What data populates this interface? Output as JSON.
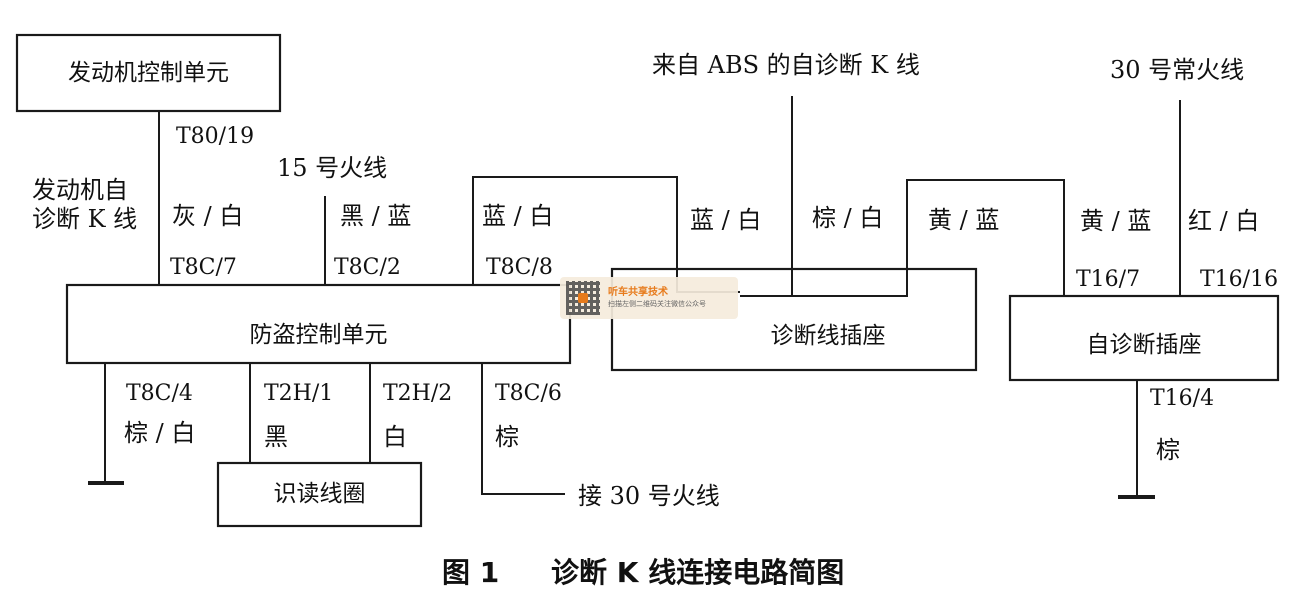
{
  "boxes": {
    "engine_ecu": "发动机控制单元",
    "immobilizer": "防盗控制单元",
    "diag_socket": "诊断线插座",
    "self_diag_socket": "自诊断插座",
    "reader_coil": "识读线圈"
  },
  "labels": {
    "abs_k": "来自 ABS 的自诊断 K 线",
    "line30_const": "30 号常火线",
    "t80_19": "T80/19",
    "line15": "15 号火线",
    "engine_k_1": "发动机自",
    "engine_k_2": "诊断 K 线",
    "gray_white": "灰 / 白",
    "black_blue": "黑 / 蓝",
    "blue_white_1": "蓝 / 白",
    "blue_white_2": "蓝 / 白",
    "brown_white_1": "棕 / 白",
    "yellow_blue_1": "黄 / 蓝",
    "yellow_blue_2": "黄 / 蓝",
    "red_white": "红 / 白",
    "t8c_7": "T8C/7",
    "t8c_2": "T8C/2",
    "t8c_8": "T8C/8",
    "t16_7": "T16/7",
    "t16_16": "T16/16",
    "t8c_4": "T8C/4",
    "brown_white_2": "棕 / 白",
    "t2h_1": "T2H/1",
    "black": "黑",
    "t2h_2": "T2H/2",
    "white": "白",
    "t8c_6": "T8C/6",
    "brown_1": "棕",
    "line30_connect": "接 30 号火线",
    "t16_4": "T16/4",
    "brown_2": "棕"
  },
  "caption": {
    "fig": "图 1",
    "title": "诊断 K 线连接电路简图"
  },
  "watermark": {
    "line1": "听车共享技术",
    "line2": "扫描左侧二维码关注微信公众号"
  },
  "colors": {
    "line": "#1a1a1a",
    "watermark_accent": "#e77b1c"
  }
}
